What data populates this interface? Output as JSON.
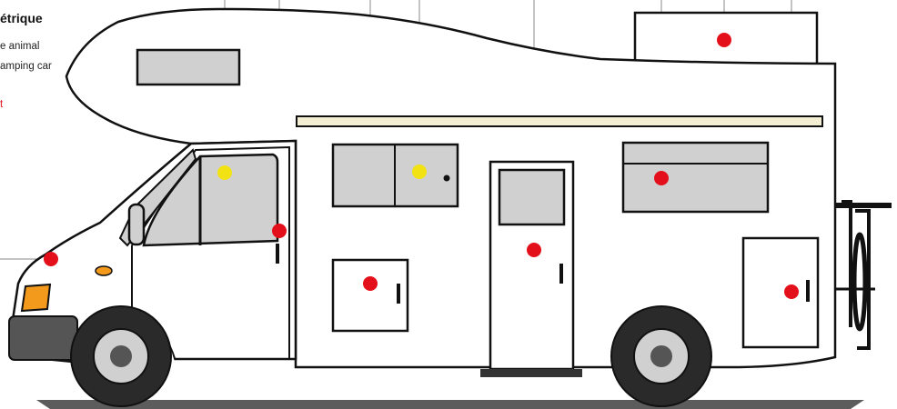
{
  "legend": {
    "title": "étrique",
    "line1": "e animal",
    "line2": "amping car",
    "line3": "t"
  },
  "colors": {
    "outline": "#111111",
    "body": "#ffffff",
    "window": "#d0d0d0",
    "awning": "#f4efd2",
    "marker_red": "#e3101b",
    "marker_yellow": "#f2e214",
    "leader_line": "#8a8a8a",
    "ground": "#5c5c5c",
    "indicator": "#f39a1c"
  },
  "markers": [
    {
      "id": "cab-window",
      "color": "yellow"
    },
    {
      "id": "cab-door",
      "color": "red"
    },
    {
      "id": "headlight",
      "color": "red"
    },
    {
      "id": "front-locker",
      "color": "red"
    },
    {
      "id": "side-window",
      "color": "yellow"
    },
    {
      "id": "entry-door",
      "color": "red"
    },
    {
      "id": "rear-window",
      "color": "red"
    },
    {
      "id": "roof-box",
      "color": "red"
    },
    {
      "id": "rear-locker",
      "color": "red"
    }
  ]
}
